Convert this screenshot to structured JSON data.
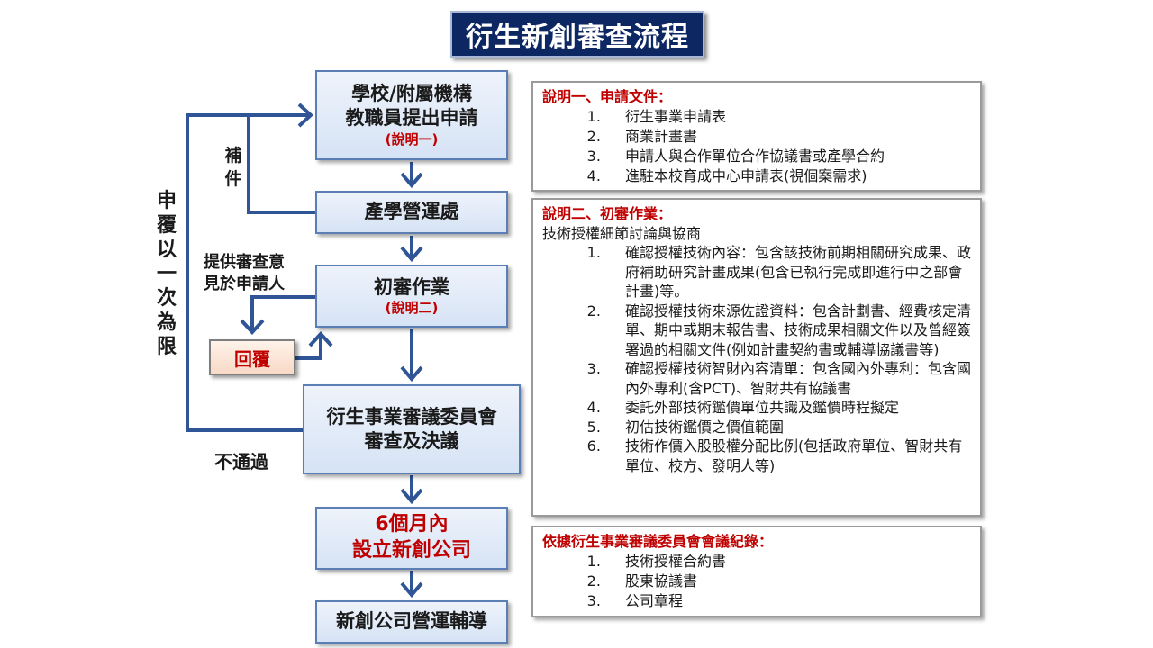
{
  "title": "衍生新創審查流程",
  "flow": {
    "apply": {
      "line1": "學校/附屬機構",
      "line2": "教職員提出申請",
      "sub": "(說明一)"
    },
    "office": {
      "label": "產學營運處"
    },
    "initial": {
      "label": "初審作業",
      "sub": "(說明二)"
    },
    "committee": {
      "line1": "衍生事業審議委員會",
      "line2": "審查及決議"
    },
    "setup": {
      "line1": "6個月內",
      "line2": "設立新創公司"
    },
    "guide": {
      "label": "新創公司營運輔導"
    },
    "reply": {
      "label": "回覆"
    }
  },
  "notes": {
    "supplement_1": "補",
    "supplement_2": "件",
    "review_1": "提供審查意",
    "review_2": "見於申請人",
    "reapply": "申覆以一次為限",
    "fail": "不通過"
  },
  "panels": {
    "p1": {
      "head": "說明一、申請文件：",
      "items": [
        "衍生事業申請表",
        "商業計畫書",
        "申請人與合作單位合作協議書或產學合約",
        "進駐本校育成中心申請表(視個案需求)"
      ]
    },
    "p2": {
      "head": "說明二、初審作業：",
      "intro": "技術授權細節討論與協商",
      "items": [
        "確認授權技術內容：包含該技術前期相關研究成果、政府補助研究計畫成果(包含已執行完成即進行中之部會計畫)等。",
        "確認授權技術來源佐證資料：包含計劃書、經費核定清單、期中或期末報告書、技術成果相關文件以及曾經簽署過的相關文件(例如計畫契約書或輔導協議書等)",
        "確認授權技術智財內容清單：包含國內外專利：包含國內外專利(含PCT)、智財共有協議書",
        "委託外部技術鑑價單位共識及鑑價時程擬定",
        "初估技術鑑價之價值範圍",
        "技術作價入股股權分配比例(包括政府單位、智財共有單位、校方、發明人等)"
      ]
    },
    "p3": {
      "head": "依據衍生事業審議委員會會議紀錄：",
      "items": [
        "技術授權合約書",
        "股東協議書",
        "公司章程"
      ]
    }
  },
  "colors": {
    "title_bg": "#0d2763",
    "connector": "#2f5597",
    "accent_red": "#c00000"
  }
}
